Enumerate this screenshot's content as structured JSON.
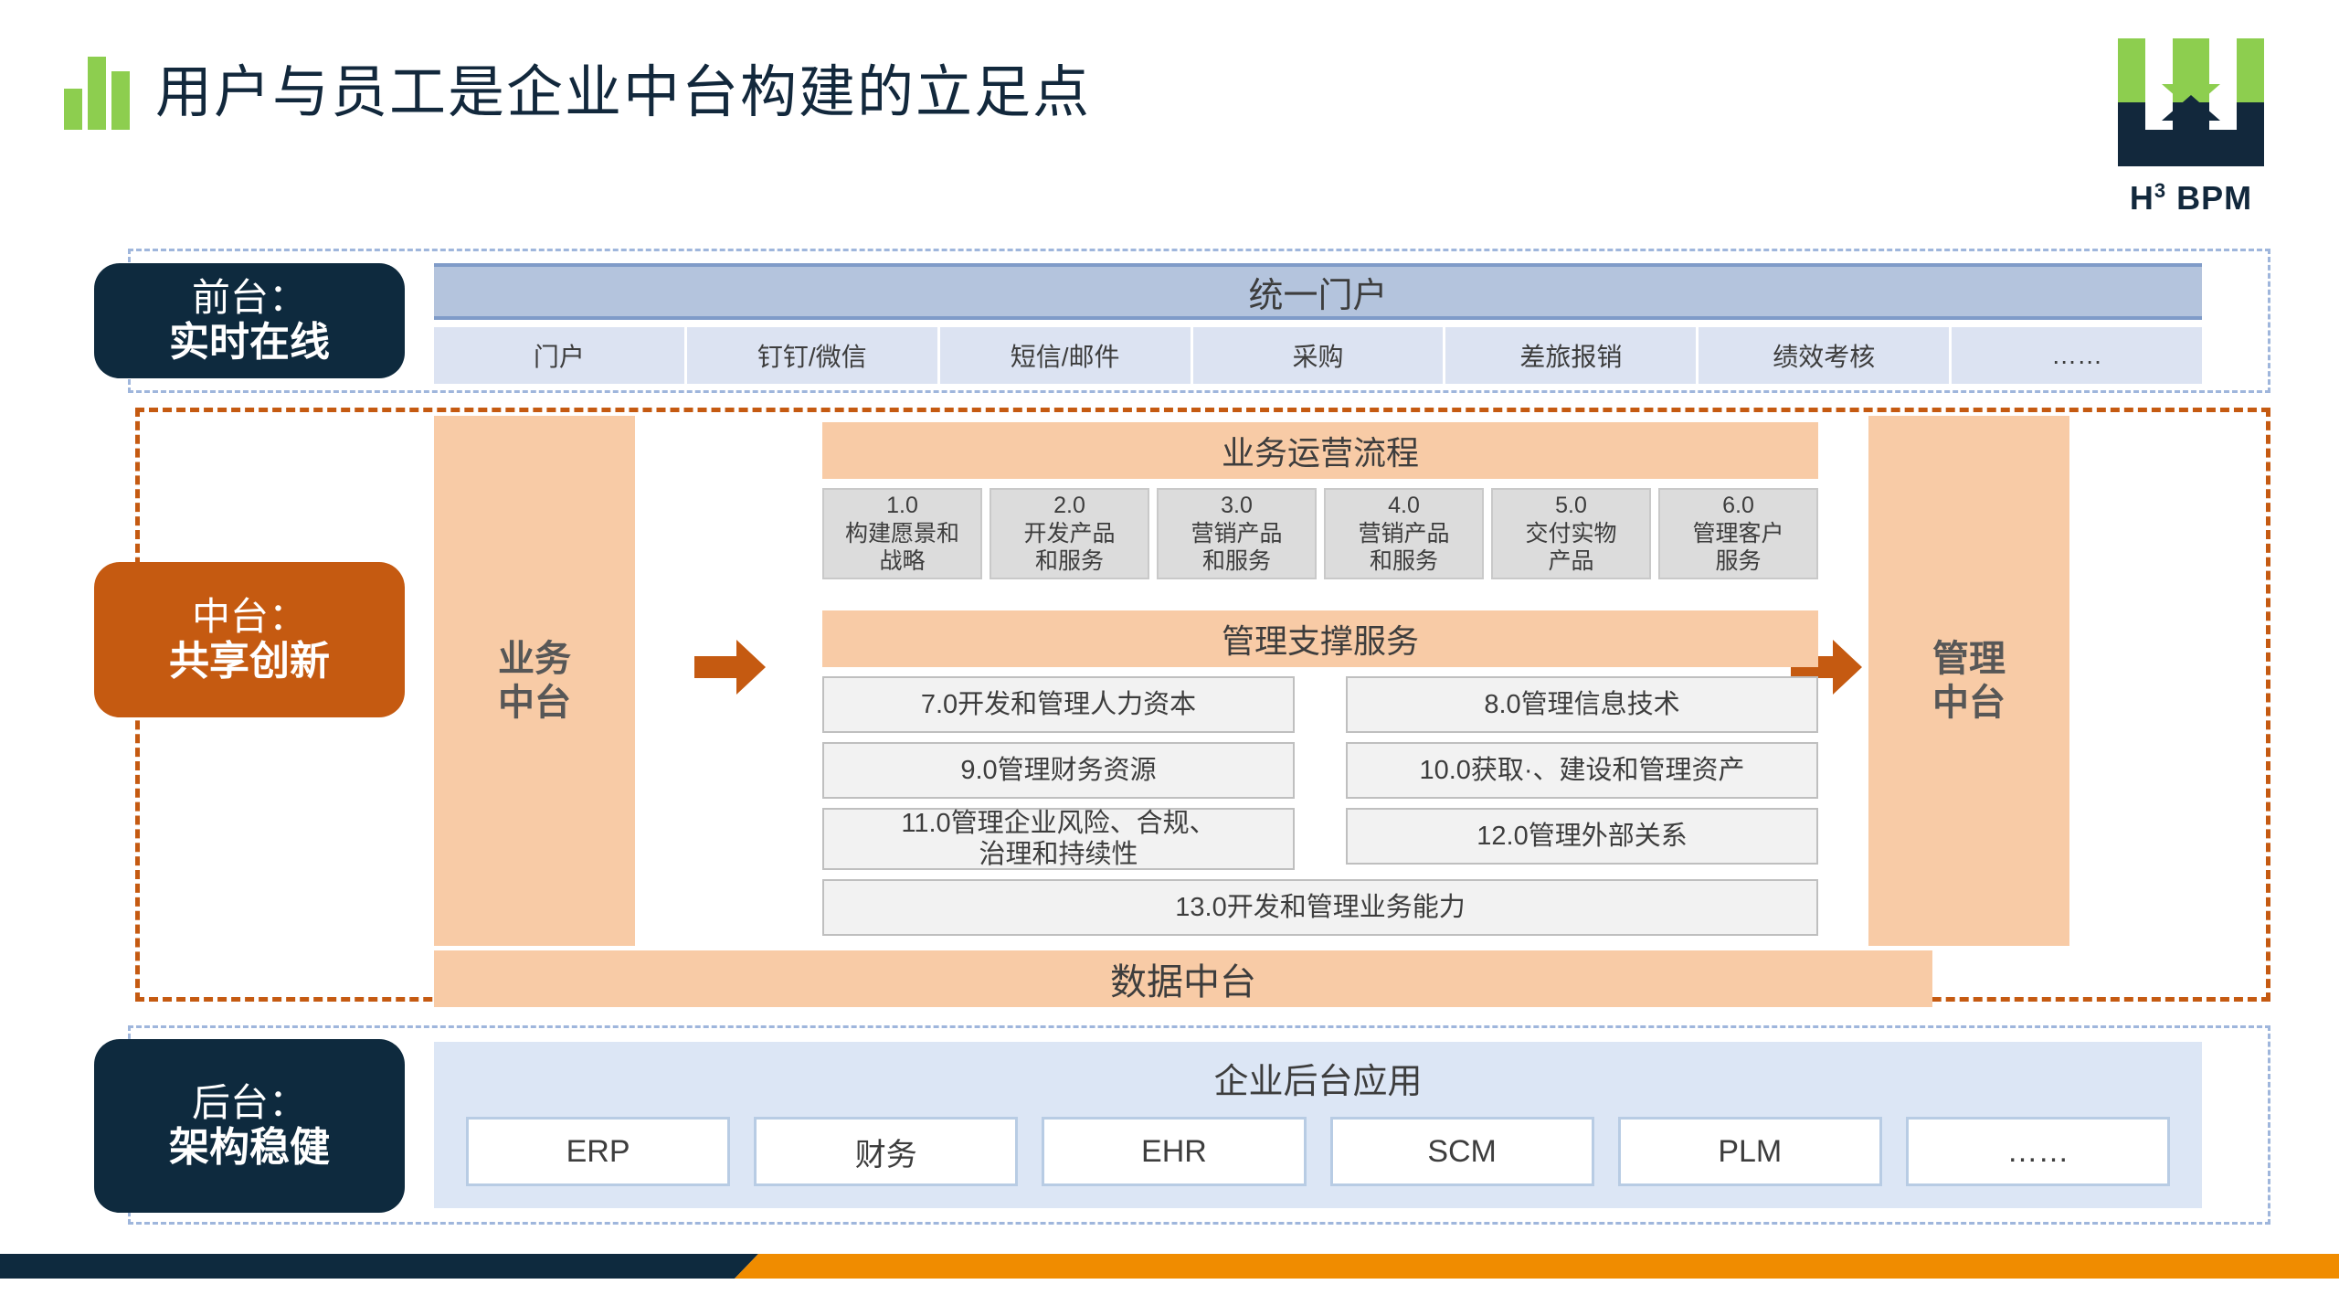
{
  "header": {
    "title": "用户与员工是企业中台构建的立足点",
    "logo_text_main": "BPM",
    "logo_text_h": "H",
    "logo_text_sup": "3"
  },
  "front_stage": {
    "badge_line1": "前台：",
    "badge_line2": "实时在线",
    "portal_title": "统一门户",
    "portal_items": [
      "门户",
      "钉钉/微信",
      "短信/邮件",
      "采购",
      "差旅报销",
      "绩效考核",
      "……"
    ]
  },
  "middle_stage": {
    "badge_line1": "中台：",
    "badge_line2": "共享创新",
    "pillar_left_line1": "业务",
    "pillar_left_line2": "中台",
    "pillar_right_line1": "管理",
    "pillar_right_line2": "中台",
    "ops_title": "业务运营流程",
    "ops_items": [
      {
        "num": "1.0",
        "line1": "构建愿景和",
        "line2": "战略"
      },
      {
        "num": "2.0",
        "line1": "开发产品",
        "line2": "和服务"
      },
      {
        "num": "3.0",
        "line1": "营销产品",
        "line2": "和服务"
      },
      {
        "num": "4.0",
        "line1": "营销产品",
        "line2": "和服务"
      },
      {
        "num": "5.0",
        "line1": "交付实物",
        "line2": "产品"
      },
      {
        "num": "6.0",
        "line1": "管理客户",
        "line2": "服务"
      }
    ],
    "mgmt_title": "管理支撑服务",
    "mgmt_items": [
      "7.0开发和管理人力资本",
      "8.0管理信息技术",
      "9.0管理财务资源",
      "10.0获取·、建设和管理资产",
      "11.0管理企业风险、合规、\n治理和持续性",
      "12.0管理外部关系",
      "13.0开发和管理业务能力"
    ],
    "data_platform": "数据中台"
  },
  "back_stage": {
    "badge_line1": "后台：",
    "badge_line2": "架构稳健",
    "panel_title": "企业后台应用",
    "apps": [
      "ERP",
      "财务",
      "EHR",
      "SCM",
      "PLM",
      "……"
    ]
  },
  "colors": {
    "navy": "#0E2A3E",
    "orange": "#C55A11",
    "peach": "#F8CBA6",
    "green": "#8DCE4F",
    "blue_header": "#B4C4DD",
    "blue_light": "#DCE3F2",
    "footer_orange": "#F08C00"
  }
}
